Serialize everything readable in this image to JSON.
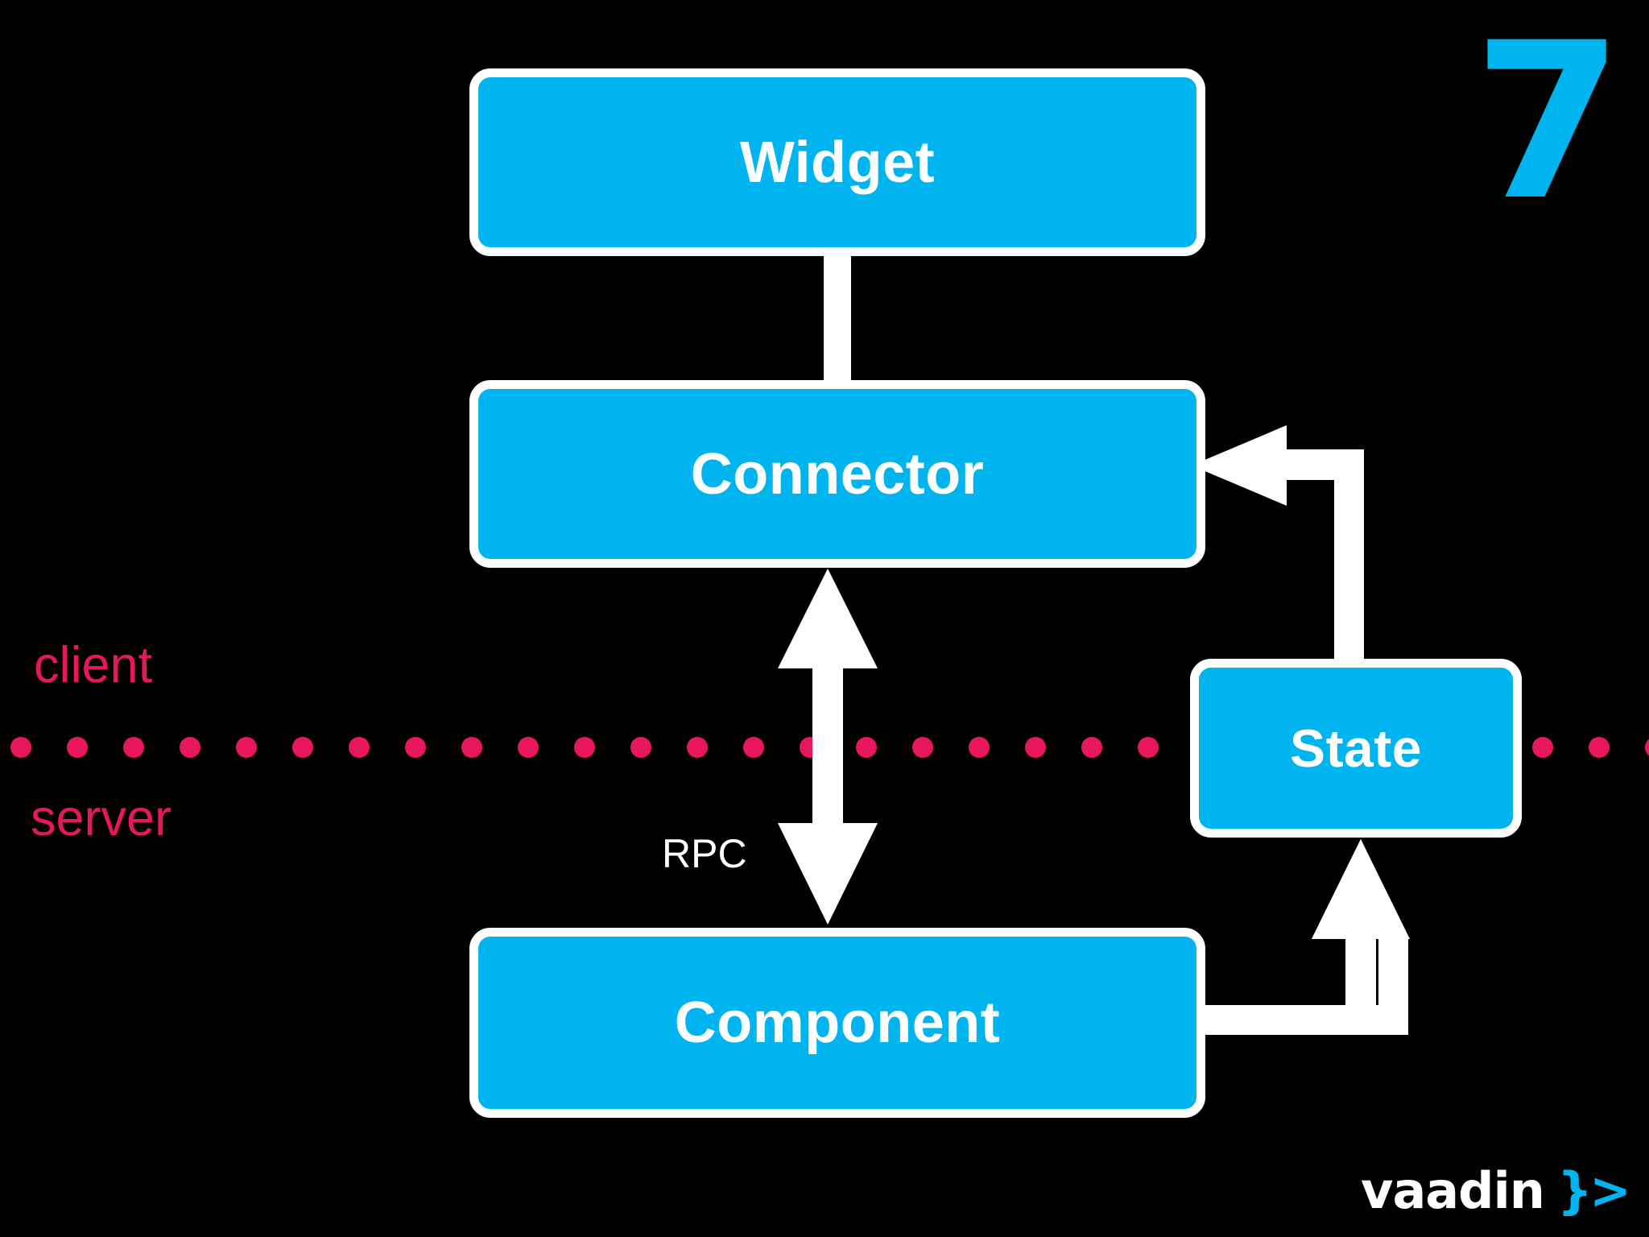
{
  "slide": {
    "number": "7",
    "background_color": "#000000"
  },
  "palette": {
    "node_fill": "#00B4EF",
    "node_border": "#FFFFFF",
    "accent_pink": "#E8175D",
    "arrow_white": "#FFFFFF",
    "brand_cyan": "#00B4EF"
  },
  "diagram": {
    "nodes": [
      {
        "id": "widget",
        "label": "Widget"
      },
      {
        "id": "connector",
        "label": "Connector"
      },
      {
        "id": "component",
        "label": "Component"
      },
      {
        "id": "state",
        "label": "State"
      }
    ],
    "edges": [
      {
        "id": "widget-connector",
        "from": "Widget",
        "to": "Connector",
        "label": "",
        "style": "plain-line",
        "arrow": "none"
      },
      {
        "id": "connector-component",
        "from": "Connector",
        "to": "Component",
        "label": "RPC",
        "style": "straight",
        "arrow": "both"
      },
      {
        "id": "component-state",
        "from": "Component",
        "to": "State",
        "label": "",
        "style": "elbow",
        "arrow": "single"
      },
      {
        "id": "state-connector",
        "from": "State",
        "to": "Connector",
        "label": "",
        "style": "elbow",
        "arrow": "single"
      }
    ],
    "edge_labels": {
      "rpc": "RPC"
    },
    "tiers": {
      "above_label": "client",
      "below_label": "server",
      "divider_style": "dotted"
    }
  },
  "brand": {
    "wordmark": "vaadin",
    "mark": "}>"
  }
}
